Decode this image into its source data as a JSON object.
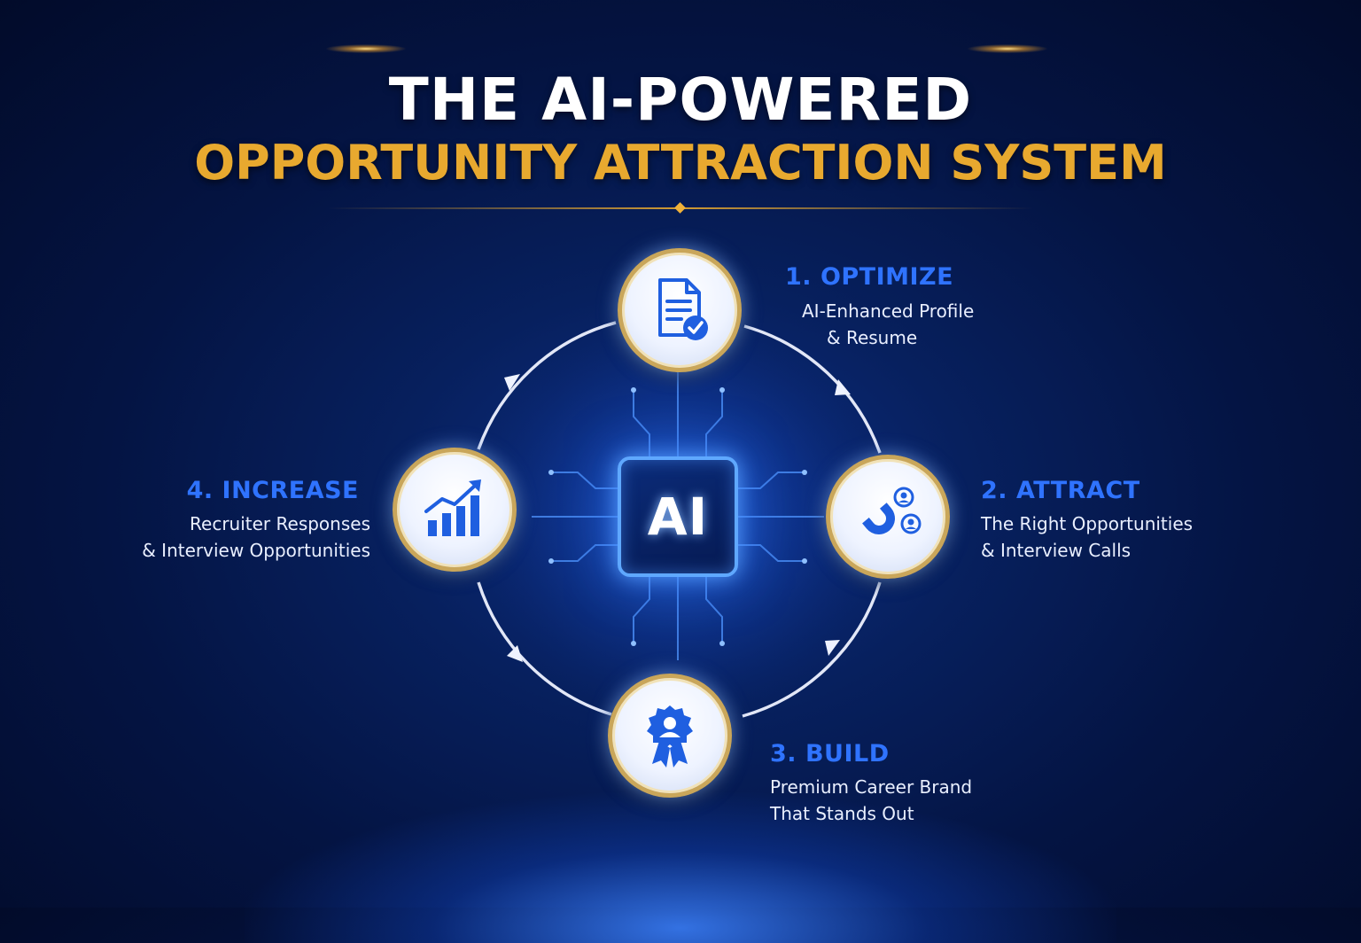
{
  "title": {
    "line1": "THE AI-POWERED",
    "line2": "OPPORTUNITY ATTRACTION SYSTEM"
  },
  "center": {
    "label": "AI"
  },
  "steps": [
    {
      "title": "1. OPTIMIZE",
      "line1": "AI-Enhanced Profile",
      "line2": "& Resume",
      "icon": "document-check-icon"
    },
    {
      "title": "2. ATTRACT",
      "line1": "The Right Opportunities",
      "line2": "& Interview Calls",
      "icon": "magnet-people-icon"
    },
    {
      "title": "3. BUILD",
      "line1": "Premium Career Brand",
      "line2": "That Stands Out",
      "icon": "badge-ribbon-icon"
    },
    {
      "title": "4. INCREASE",
      "line1": "Recruiter Responses",
      "line2": "& Interview Opportunities",
      "icon": "growth-chart-icon"
    }
  ],
  "colors": {
    "background": "#041443",
    "accent_gold": "#e8a92f",
    "accent_blue": "#2f73ff",
    "text_light": "#e9efff"
  }
}
